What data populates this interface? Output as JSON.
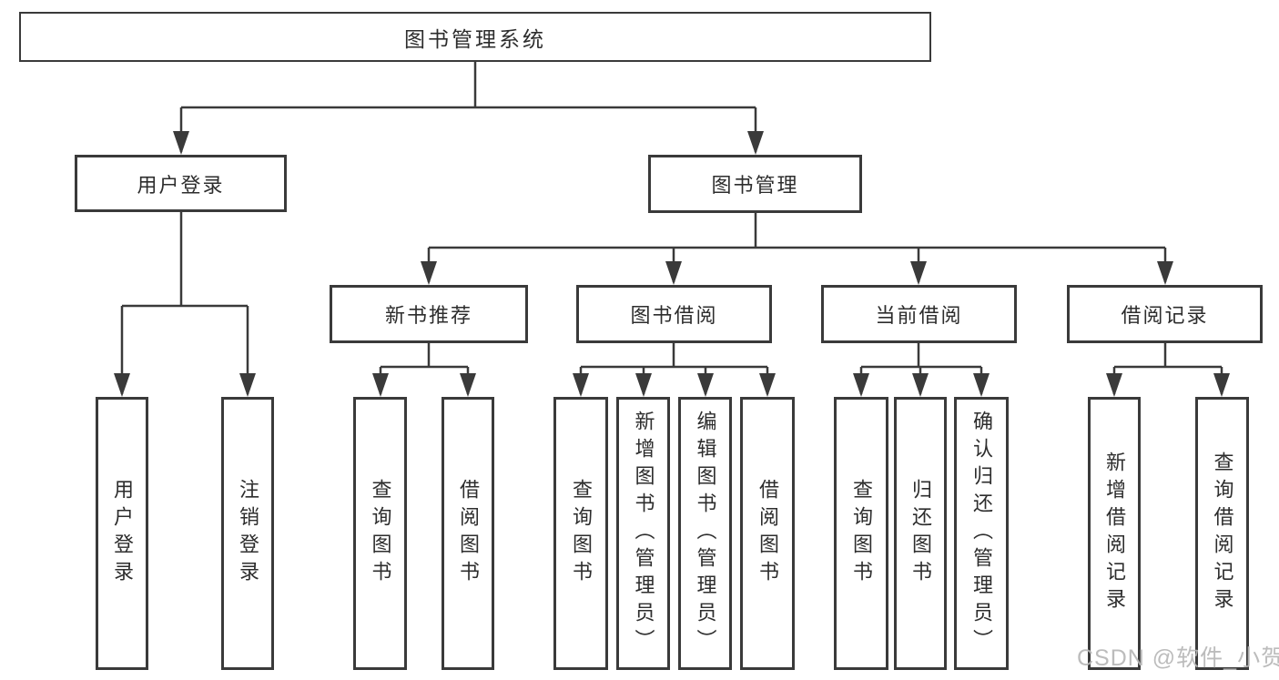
{
  "watermark": {
    "text": "CSDN @软件_小贺同学",
    "color": "#b6b6b6"
  },
  "colors": {
    "line": "#3a3a3a",
    "text": "#2d2d2d",
    "box_background": "#ffffff",
    "page_background": "#ffffff",
    "watermark": "#b6b6b6"
  },
  "nodes": {
    "root": {
      "label": "图书管理系统"
    },
    "user_login": {
      "label": "用户登录"
    },
    "book_management": {
      "label": "图书管理"
    },
    "new_book_recommend": {
      "label": "新书推荐"
    },
    "book_borrowing": {
      "label": "图书借阅"
    },
    "current_borrowing": {
      "label": "当前借阅"
    },
    "borrowing_records": {
      "label": "借阅记录"
    },
    "leaf_user_login": {
      "label": "用户登录"
    },
    "leaf_logout": {
      "label": "注销登录"
    },
    "leaf_nr_query_books": {
      "label": "查询图书"
    },
    "leaf_nr_borrow_books": {
      "label": "借阅图书"
    },
    "leaf_bb_query_books": {
      "label": "查询图书"
    },
    "leaf_bb_add_books": {
      "label": "新增图书（管理员）"
    },
    "leaf_bb_edit_books": {
      "label": "编辑图书（管理员）"
    },
    "leaf_bb_borrow_books": {
      "label": "借阅图书"
    },
    "leaf_cb_query_books": {
      "label": "查询图书"
    },
    "leaf_cb_return_books": {
      "label": "归还图书"
    },
    "leaf_cb_confirm_return": {
      "label": "确认归还（管理员）"
    },
    "leaf_br_add_record": {
      "label": "新增借阅记录"
    },
    "leaf_br_query_record": {
      "label": "查询借阅记录"
    }
  },
  "hierarchy": {
    "图书管理系统": {
      "用户登录": [
        "用户登录",
        "注销登录"
      ],
      "图书管理": {
        "新书推荐": [
          "查询图书",
          "借阅图书"
        ],
        "图书借阅": [
          "查询图书",
          "新增图书（管理员）",
          "编辑图书（管理员）",
          "借阅图书"
        ],
        "当前借阅": [
          "查询图书",
          "归还图书",
          "确认归还（管理员）"
        ],
        "借阅记录": [
          "新增借阅记录",
          "查询借阅记录"
        ]
      }
    }
  }
}
